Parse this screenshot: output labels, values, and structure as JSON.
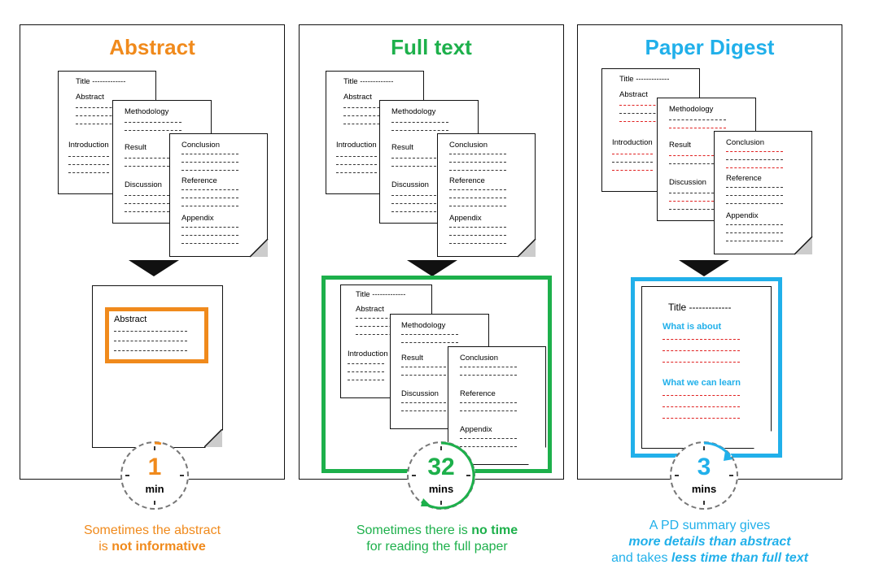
{
  "panels": [
    {
      "title": "Abstract",
      "color": "#F08A1C",
      "doc_labels": [
        "Title -------------",
        "Abstract",
        "Introduction",
        "Methodology",
        "Result",
        "Discussion",
        "Conclusion",
        "Reference",
        "Appendix"
      ],
      "output_label": "Abstract",
      "timer_value": "1",
      "timer_unit": "min",
      "caption_line1": "Sometimes the abstract",
      "caption_line2_pre": "is ",
      "caption_line2_bold": "not informative"
    },
    {
      "title": "Full text",
      "color": "#1DB04B",
      "doc_labels": [
        "Title -------------",
        "Abstract",
        "Introduction",
        "Methodology",
        "Result",
        "Discussion",
        "Conclusion",
        "Reference",
        "Appendix"
      ],
      "timer_value": "32",
      "timer_unit": "mins",
      "caption_line1_pre": "Sometimes there is ",
      "caption_line1_bold": "no time",
      "caption_line2": "for reading the full paper"
    },
    {
      "title": "Paper Digest",
      "color": "#21B0EA",
      "doc_labels": [
        "Title -------------",
        "Abstract",
        "Introduction",
        "Methodology",
        "Result",
        "Discussion",
        "Conclusion",
        "Reference",
        "Appendix"
      ],
      "output_title": "Title -------------",
      "output_section1": "What is about",
      "output_section2": "What we can learn",
      "timer_value": "3",
      "timer_unit": "mins",
      "caption_line1": "A PD summary gives",
      "caption_line2_bold": "more details than abstract",
      "caption_line3_pre": "and takes ",
      "caption_line3_bold": "less time than full text"
    }
  ]
}
